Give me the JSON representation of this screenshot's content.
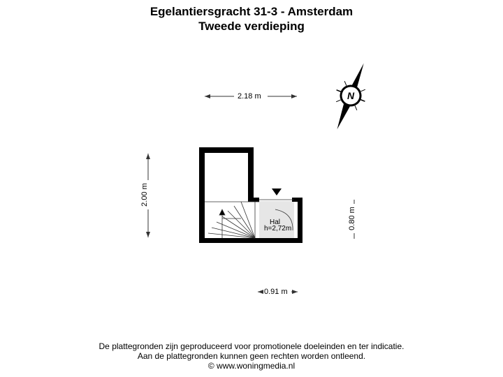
{
  "header": {
    "address": "Egelantiersgracht 31-3 - Amsterdam",
    "floor": "Tweede verdieping"
  },
  "dimensions": {
    "top_width": "2.18 m",
    "left_height": "2.00 m",
    "right_height": "0.80 m",
    "bottom_width": "0.91 m"
  },
  "room": {
    "name": "Hal",
    "height": "h=2,72m"
  },
  "compass": {
    "letter": "N"
  },
  "colors": {
    "wall": "#000000",
    "floor_fill": "#e6e6e6",
    "line": "#333333"
  },
  "footer": {
    "line1": "De plattegronden zijn geproduceerd voor promotionele doeleinden en ter indicatie.",
    "line2": "Aan de plattegronden kunnen geen rechten worden ontleend.",
    "line3": "© www.woningmedia.nl"
  }
}
